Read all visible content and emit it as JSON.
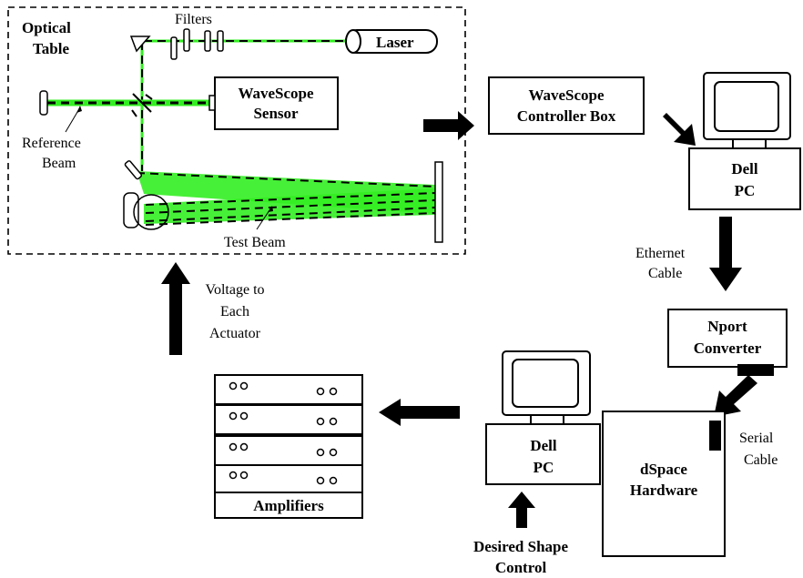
{
  "optical_table": {
    "label_line1": "Optical",
    "label_line2": "Table",
    "filters_label": "Filters",
    "laser_label": "Laser",
    "sensor_line1": "WaveScope",
    "sensor_line2": "Sensor",
    "reference_line1": "Reference",
    "reference_line2": "Beam",
    "test_beam_label": "Test Beam"
  },
  "controller_box": {
    "line1": "WaveScope",
    "line2": "Controller Box"
  },
  "dell_pc_top": {
    "line1": "Dell",
    "line2": "PC"
  },
  "ethernet": {
    "line1": "Ethernet",
    "line2": "Cable"
  },
  "nport": {
    "line1": "Nport",
    "line2": "Converter"
  },
  "serial": {
    "line1": "Serial",
    "line2": "Cable"
  },
  "dspace": {
    "line1": "dSpace",
    "line2": "Hardware"
  },
  "dell_pc_bottom": {
    "line1": "Dell",
    "line2": "PC"
  },
  "desired_shape": {
    "line1": "Desired Shape",
    "line2": "Control"
  },
  "amplifiers": {
    "label": "Amplifiers"
  },
  "voltage": {
    "line1": "Voltage to",
    "line2": "Each",
    "line3": "Actuator"
  },
  "colors": {
    "beam": "#33ee22",
    "stroke": "#000000",
    "background": "#ffffff"
  }
}
